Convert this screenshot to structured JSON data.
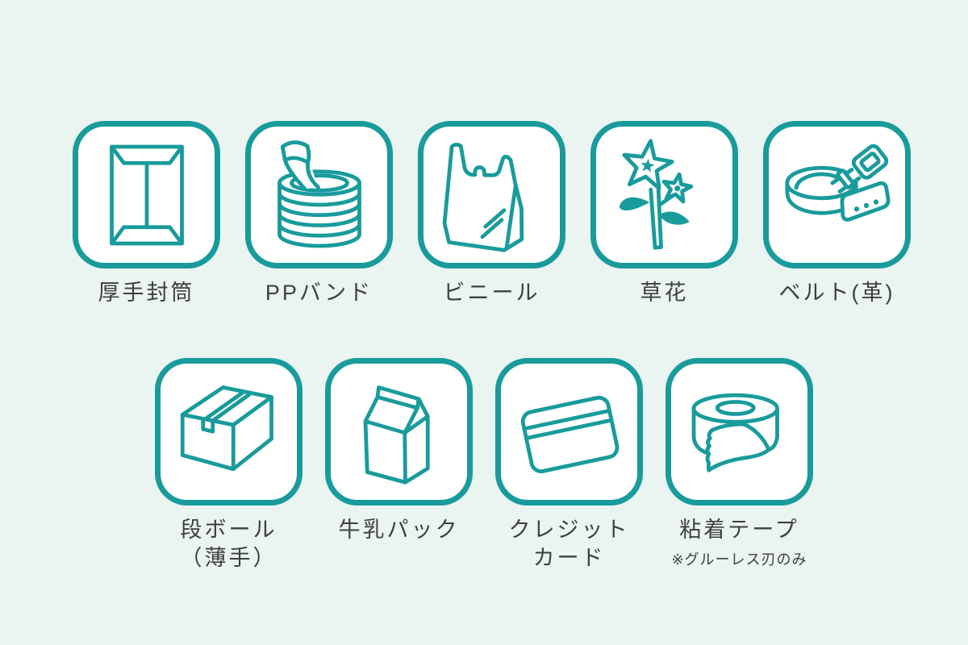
{
  "theme": {
    "background": "#EAF4F1",
    "accent": "#199B9C",
    "tile_fill": "#FFFFFF",
    "label_color": "#3F3F3F"
  },
  "rows": [
    {
      "items": [
        {
          "icon": "envelope-icon",
          "label": "厚手封筒"
        },
        {
          "icon": "pp-band-icon",
          "label": "PPバンド"
        },
        {
          "icon": "plastic-bag-icon",
          "label": "ビニール"
        },
        {
          "icon": "flower-icon",
          "label": "草花"
        },
        {
          "icon": "belt-icon",
          "label": "ベルト(革)"
        }
      ]
    },
    {
      "items": [
        {
          "icon": "cardboard-box-icon",
          "label": "段ボール",
          "label2": "（薄手）"
        },
        {
          "icon": "milk-carton-icon",
          "label": "牛乳パック"
        },
        {
          "icon": "credit-card-icon",
          "label": "クレジット",
          "label2": "カード"
        },
        {
          "icon": "adhesive-tape-icon",
          "label": "粘着テープ",
          "note": "※グルーレス刃のみ"
        }
      ]
    }
  ]
}
